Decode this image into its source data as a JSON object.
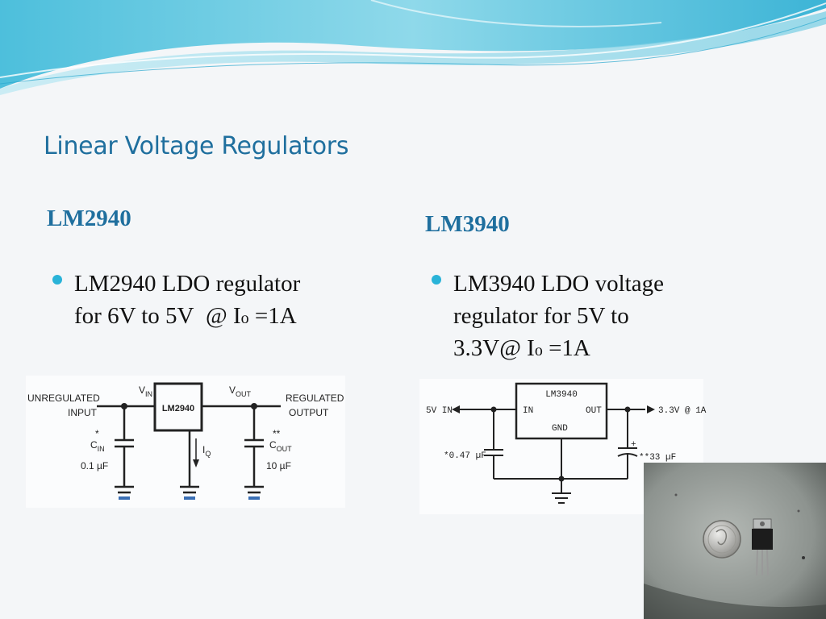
{
  "slide": {
    "title": "Linear Voltage Regulators",
    "colors": {
      "accent": "#1f6f9e",
      "bullet": "#29b3d8",
      "header_wave": "#5cc6df"
    },
    "left": {
      "heading": "LM2940",
      "bullet_line1": "LM2940 LDO regulator",
      "bullet_line2_a": "for 6V to 5V  @ I",
      "bullet_line2_sub": "o",
      "bullet_line2_b": " =1A"
    },
    "right": {
      "heading": "LM3940",
      "bullet_line1": "LM3940 LDO voltage",
      "bullet_line2": "regulator for 5V to",
      "bullet_line3_a": "3.3V@ I",
      "bullet_line3_sub": "o",
      "bullet_line3_b": " =1A"
    }
  },
  "circuit_lm2940": {
    "chip": "LM2940",
    "unreg_1": "UNREGULATED",
    "unreg_2": "INPUT",
    "reg_1": "REGULATED",
    "reg_2": "OUTPUT",
    "vin": "V",
    "vin_sub": "IN",
    "vout": "V",
    "vout_sub": "OUT",
    "iq": "I",
    "iq_sub": "Q",
    "cin_star": "*",
    "cin": "C",
    "cin_sub": "IN",
    "cin_val": "0.1 µF",
    "cout_star": "**",
    "cout": "C",
    "cout_sub": "OUT",
    "cout_val": "10 µF"
  },
  "circuit_lm3940": {
    "chip": "LM3940",
    "in_label": "5V IN",
    "pin_in": "IN",
    "pin_out": "OUT",
    "pin_gnd": "GND",
    "out_label": "3.3V @ 1A",
    "cin_val": "*0.47 µF",
    "cout_plus": "+",
    "cout_val": "**33 µF"
  },
  "photo": {
    "icons": [
      "coin-icon",
      "to220-regulator-icon"
    ]
  }
}
